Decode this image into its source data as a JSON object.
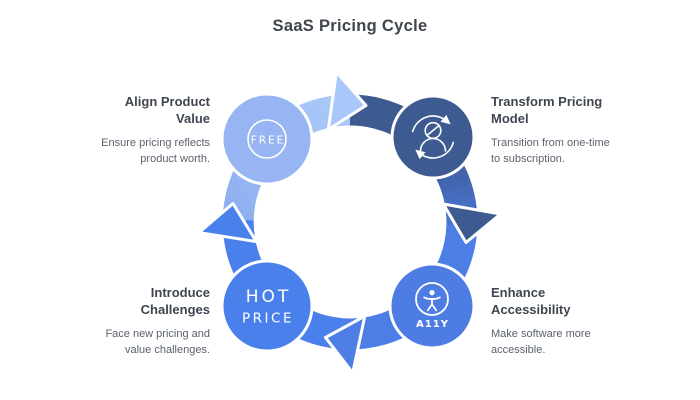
{
  "title": "SaaS Pricing Cycle",
  "steps": {
    "align": {
      "heading": "Align Product Value",
      "description": "Ensure pricing reflects product worth."
    },
    "transform": {
      "heading": "Transform Pricing Model",
      "description": "Transition from one-time to subscription."
    },
    "accessibility": {
      "heading": "Enhance Accessibility",
      "description": "Make software more accessible."
    },
    "challenges": {
      "heading": "Introduce Challenges",
      "description": "Face new pricing and value challenges."
    }
  },
  "nodes": {
    "free": {
      "badge": "FREE",
      "icon": "free-ring-badge"
    },
    "transform": {
      "icon": "user-refresh-icon"
    },
    "a11y": {
      "badge": "A11Y",
      "icon": "accessibility-person-icon"
    },
    "hot": {
      "badge_line1": "HOT",
      "badge_line2": "PRICE"
    }
  },
  "colors": {
    "background": "#ffffff",
    "title_text": "#3f454d",
    "heading_text": "#3f4651",
    "description_text": "#5a626d",
    "node_free": "#96b5f2",
    "node_transform": "#3d5a91",
    "node_a11y": "#4d7de2",
    "node_hot": "#4a80ec",
    "segment_top_start": "#8fb0f0",
    "segment_top_end": "#a9c8f9",
    "segment_right_start": "#3d5a91",
    "segment_right_end": "#4d7de6",
    "segment_bottom": "#4c7ee6",
    "segment_left": "#4a80ec",
    "outline_white": "#ffffff"
  }
}
